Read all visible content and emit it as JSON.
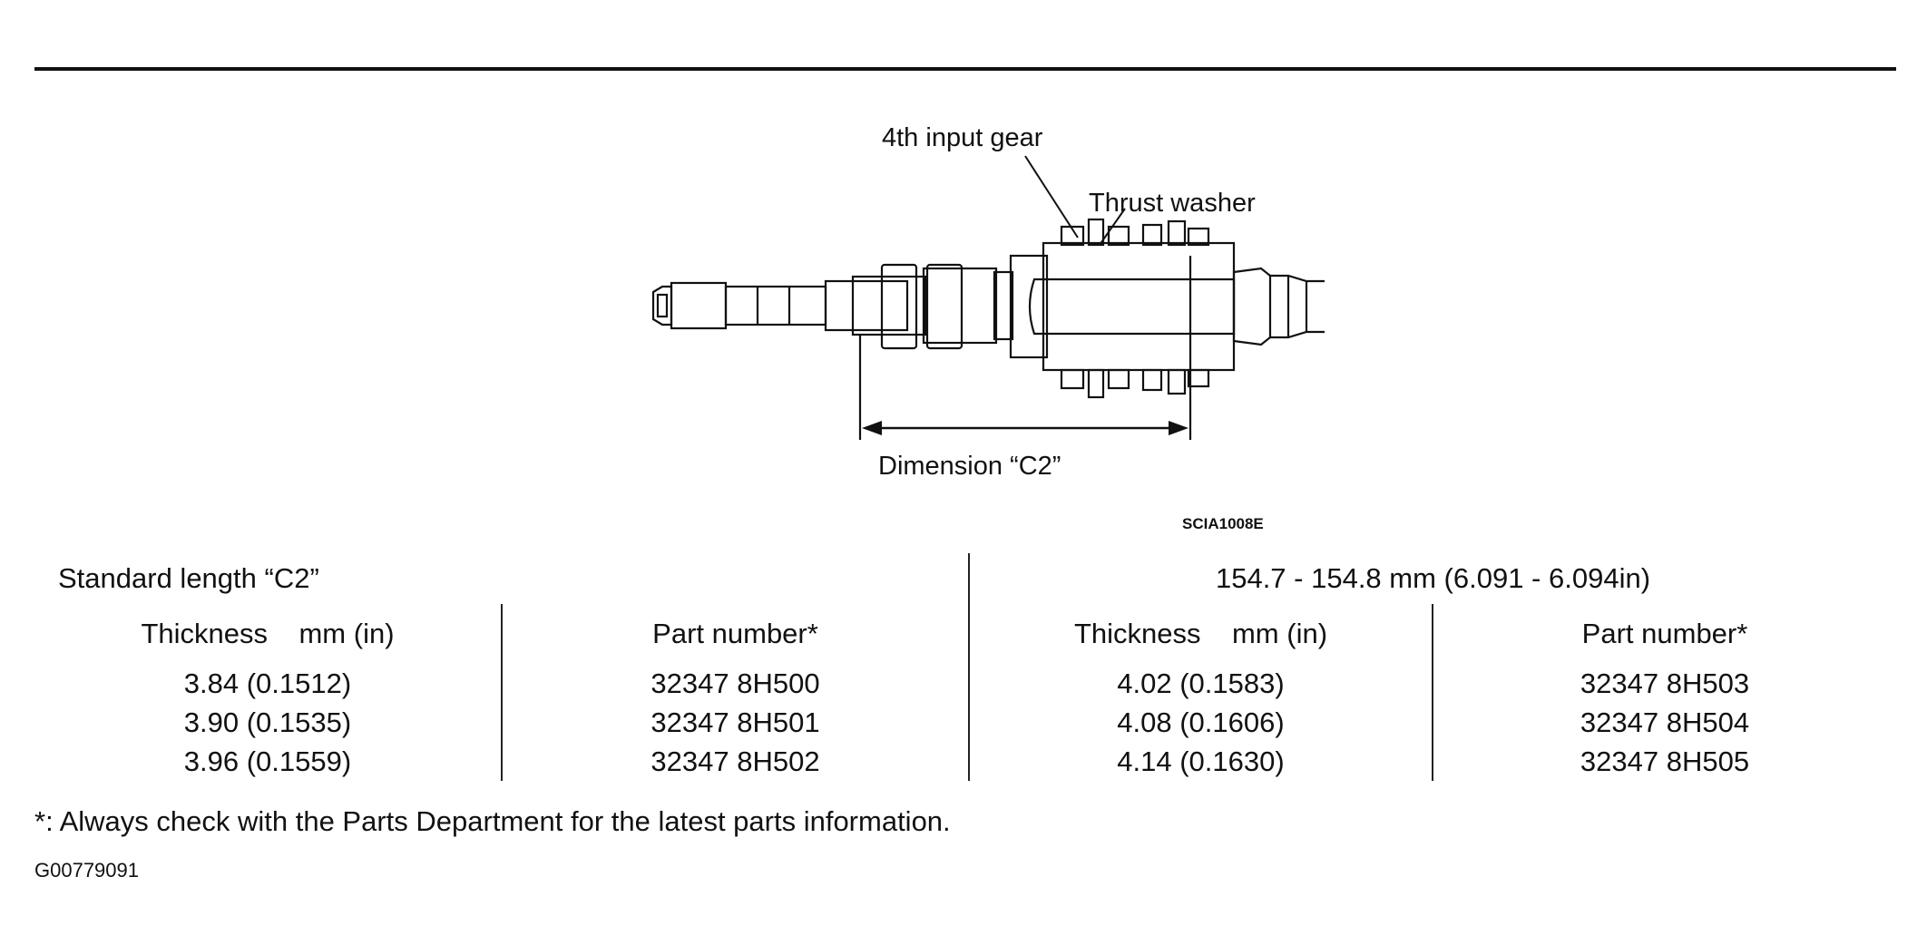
{
  "figure": {
    "callouts": {
      "input_gear": "4th input gear",
      "thrust_washer": "Thrust washer",
      "dimension": "Dimension “C2”"
    },
    "code": "SCIA1008E"
  },
  "table": {
    "standard_label": "Standard length “C2”",
    "standard_value": "154.7 - 154.8 mm (6.091 - 6.094in)",
    "headers": [
      "Thickness    mm (in)",
      "Part number*",
      "Thickness    mm (in)",
      "Part number*"
    ],
    "columns": [
      [
        "3.84 (0.1512)",
        "3.90 (0.1535)",
        "3.96 (0.1559)"
      ],
      [
        "32347 8H500",
        "32347 8H501",
        "32347 8H502"
      ],
      [
        "4.02 (0.1583)",
        "4.08 (0.1606)",
        "4.14 (0.1630)"
      ],
      [
        "32347 8H503",
        "32347 8H504",
        "32347 8H505"
      ]
    ]
  },
  "footnote": "*: Always check with the Parts Department for the latest parts information.",
  "doc_id": "G00779091"
}
